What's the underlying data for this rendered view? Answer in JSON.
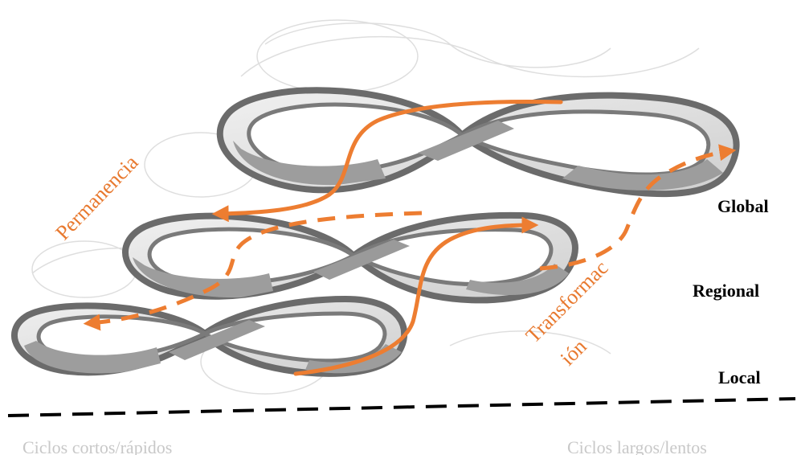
{
  "colors": {
    "accent": "#ED7D31",
    "band_dark": "#8f8f8f",
    "band_light": "#e6e6e6",
    "band_outline": "#6b6b6b",
    "ghost": "#d9d9d9"
  },
  "levels": {
    "global": "Global",
    "regional": "Regional",
    "local": "Local"
  },
  "arrows": {
    "permanence": "Permanencia",
    "transformation_line1": "Transformac",
    "transformation_line2": "ión"
  },
  "time_axis": {
    "short_cycles": "Ciclos cortos/rápidos",
    "long_cycles": "Ciclos largos/lentos"
  }
}
